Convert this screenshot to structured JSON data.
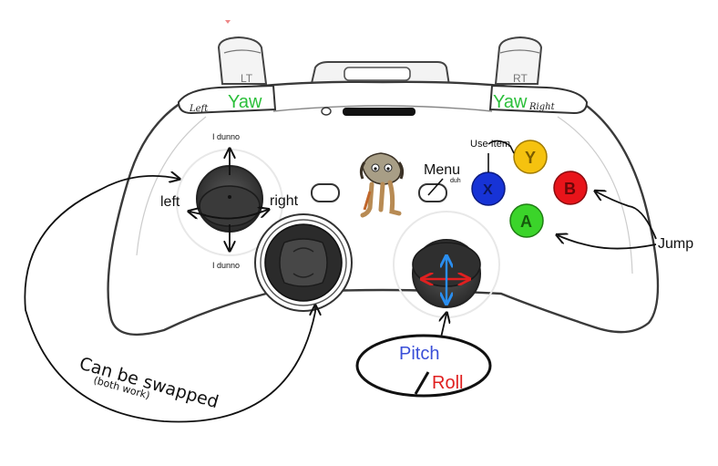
{
  "diagram": {
    "triggers": {
      "left": "LT",
      "right": "RT"
    },
    "bumpers": {
      "left_note": "Left",
      "left_label": "Yaw",
      "right_label": "Yaw",
      "right_note": "Right"
    },
    "left_stick": {
      "up": "I dunno",
      "down": "I dunno",
      "left": "left",
      "right": "right"
    },
    "menu": {
      "label": "Menu",
      "note": "duh"
    },
    "face_buttons": {
      "x": "X",
      "y": "Y",
      "a": "A",
      "b": "B",
      "x_note": "Use Item",
      "jump": "Jump"
    },
    "right_stick": {
      "pitch": "Pitch",
      "slash": "/",
      "roll": "Roll"
    },
    "swap_note": {
      "main": "Can be swapped",
      "sub": "(both work)"
    },
    "colors": {
      "yaw": "#2bbf3a",
      "pitch": "#3a4fd8",
      "roll": "#e02020",
      "button_x": "#1733d6",
      "button_y": "#f5c20f",
      "button_a": "#3bd42a",
      "button_b": "#e8141a",
      "stick_arrows_red": "#e02020",
      "stick_arrows_blue": "#2a8ef0"
    }
  }
}
